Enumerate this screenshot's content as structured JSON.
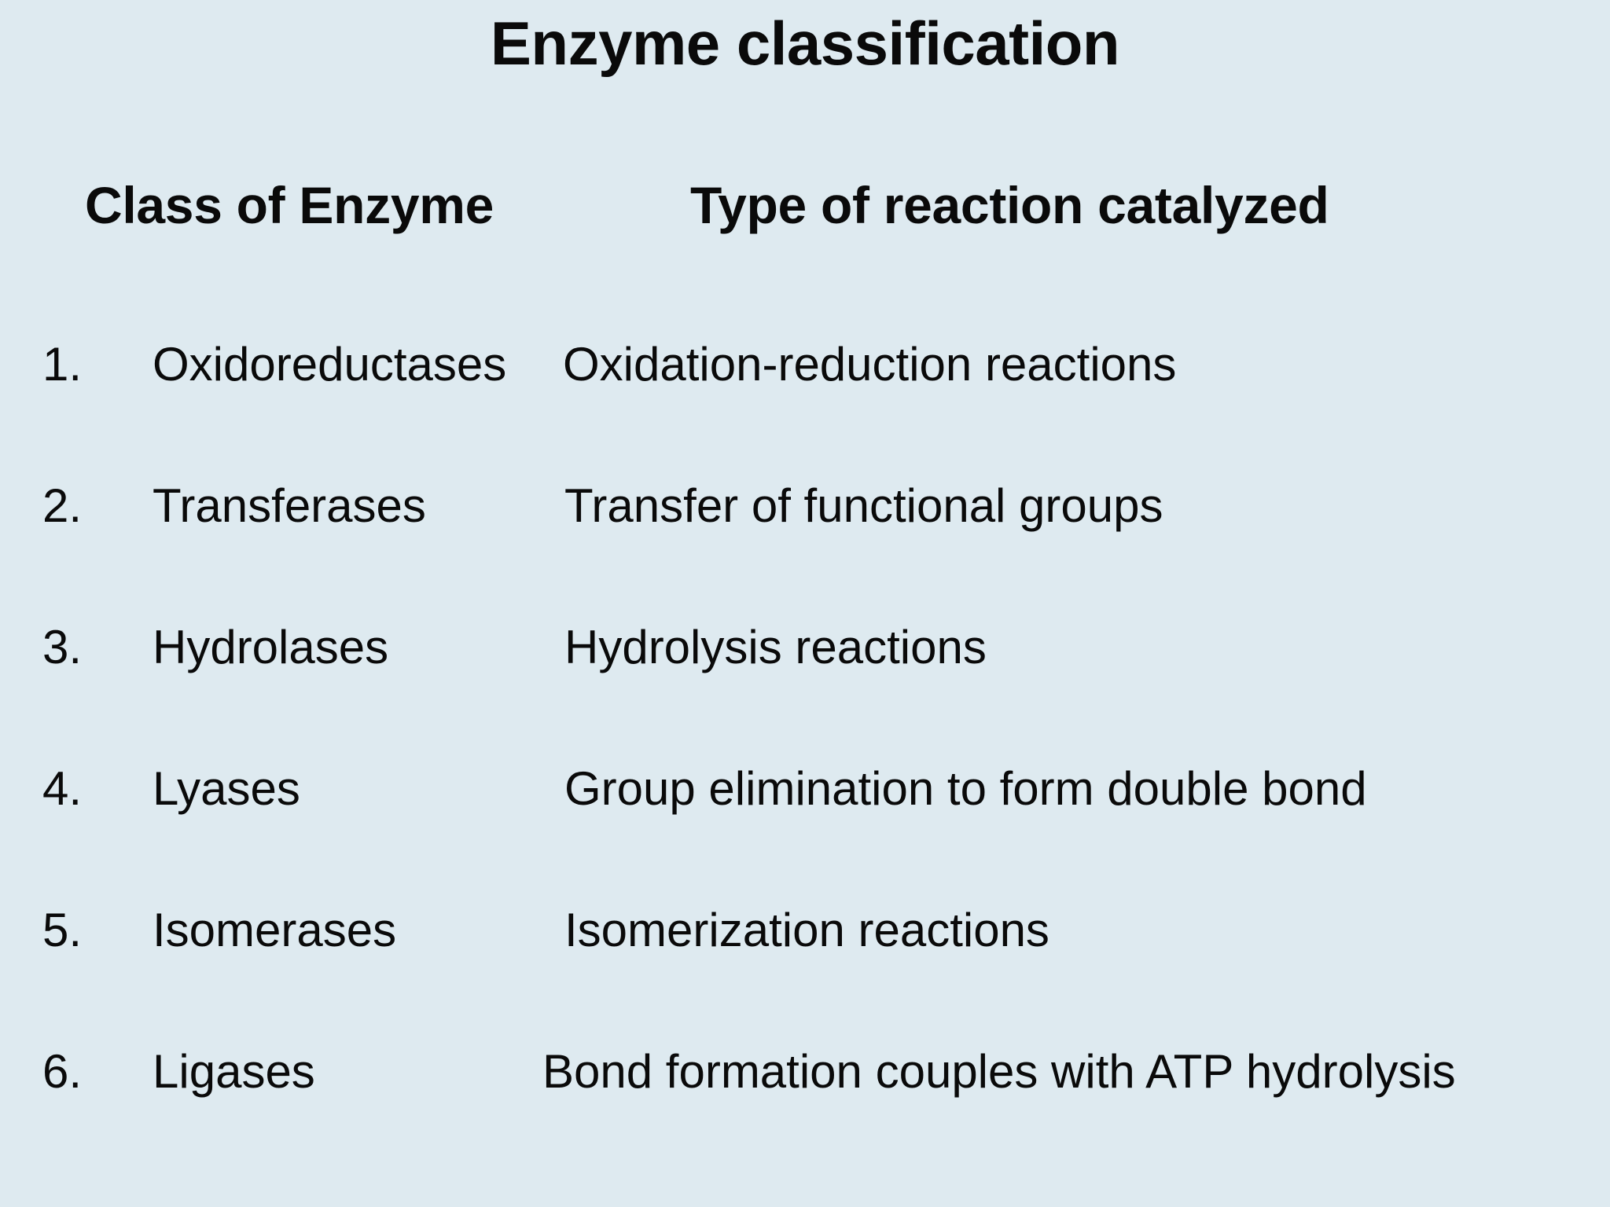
{
  "slide": {
    "title": "Enzyme classification",
    "background_color": "#deeaf0",
    "text_color": "#0a0a0a"
  },
  "table": {
    "headers": {
      "class_of_enzyme": "Class of Enzyme",
      "type_of_reaction": "Type of reaction catalyzed"
    },
    "rows": [
      {
        "number": "1.",
        "enzyme_class": "Oxidoreductases",
        "reaction_type": "Oxidation-reduction reactions"
      },
      {
        "number": "2.",
        "enzyme_class": "Transferases",
        "reaction_type": "Transfer of functional groups"
      },
      {
        "number": "3.",
        "enzyme_class": "Hydrolases",
        "reaction_type": "Hydrolysis reactions"
      },
      {
        "number": "4.",
        "enzyme_class": "Lyases",
        "reaction_type": "Group elimination to form double bond"
      },
      {
        "number": "5.",
        "enzyme_class": "Isomerases",
        "reaction_type": "Isomerization reactions"
      },
      {
        "number": "6.",
        "enzyme_class": "Ligases",
        "reaction_type": "Bond formation couples with ATP hydrolysis"
      }
    ]
  }
}
